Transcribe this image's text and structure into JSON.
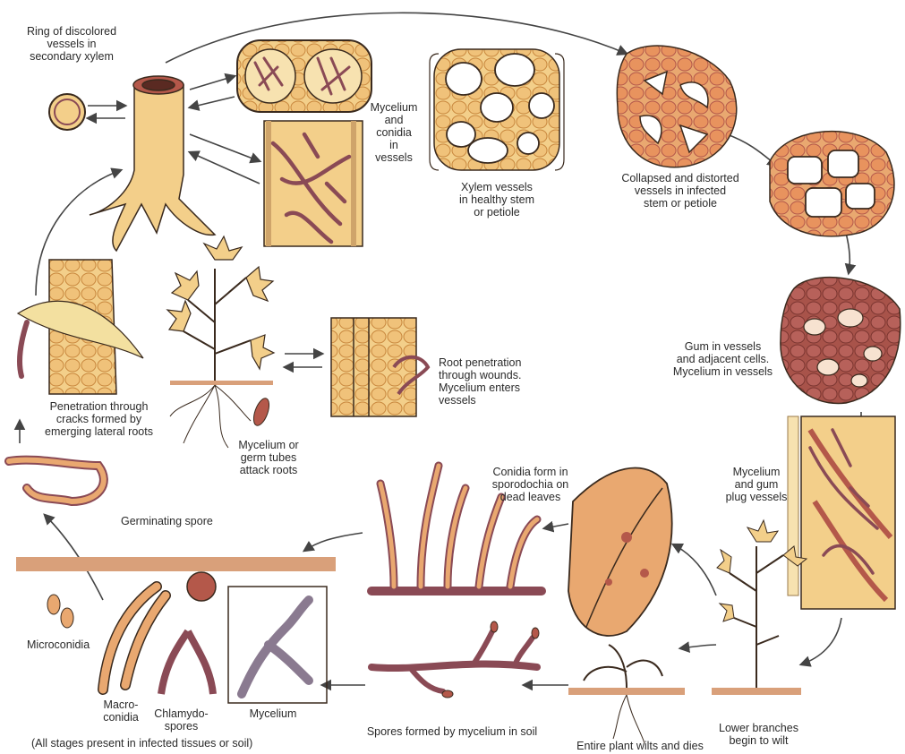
{
  "labels": {
    "ring_discolored": "Ring of discolored\nvessels in\nsecondary xylem",
    "mycelium_conidia_vessels": "Mycelium\nand\nconidia\nin\nvessels",
    "xylem_healthy": "Xylem vessels\nin healthy stem\nor petiole",
    "collapsed_distorted": "Collapsed and distorted\nvessels in infected\nstem or petiole",
    "gum_in_vessels": "Gum in vessels\nand adjacent cells.\nMycelium in vessels",
    "root_penetration": "Root penetration\nthrough wounds.\nMycelium enters\nvessels",
    "penetration_cracks": "Penetration through\ncracks formed by\nemerging lateral roots",
    "mycelium_germ_tubes": "Mycelium or\ngerm tubes\nattack roots",
    "germinating_spore": "Germinating spore",
    "conidia_sporodochia": "Conidia form in\nsporodochia on\ndead leaves",
    "mycelium_gum_plug": "Mycelium\nand gum\nplug vessels",
    "microconidia": "Microconidia",
    "macroconidia": "Macro-\nconidia",
    "chlamydospores": "Chlamydo-\nspores",
    "mycelium": "Mycelium",
    "spores_formed_soil": "Spores formed by mycelium in soil",
    "entire_plant_wilts": "Entire plant wilts and dies",
    "lower_branches_wilt": "Lower branches\nbegin to wilt",
    "all_stages": "(All stages present in infected tissues or soil)"
  },
  "colors": {
    "ink": "#3a2a1e",
    "cell_light": "#f3cf8a",
    "cell_dark": "#e09a5a",
    "tissue_red": "#b4584a",
    "hypha": "#8a4a55",
    "soil": "#d9a07a",
    "arrow": "#444444"
  }
}
